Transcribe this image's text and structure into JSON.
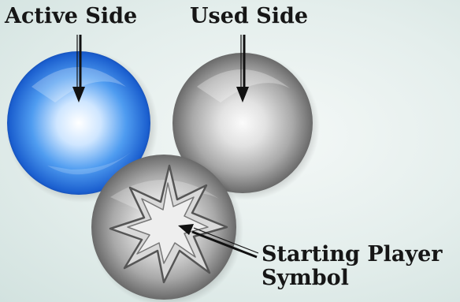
{
  "labels": {
    "active_side": "Active Side",
    "used_side": "Used Side",
    "starting_player_line1": "Starting Player",
    "starting_player_line2": "Symbol"
  },
  "colors": {
    "active_token": "#2a6fd6",
    "used_token": "#8a8a8a",
    "text": "#161616"
  }
}
